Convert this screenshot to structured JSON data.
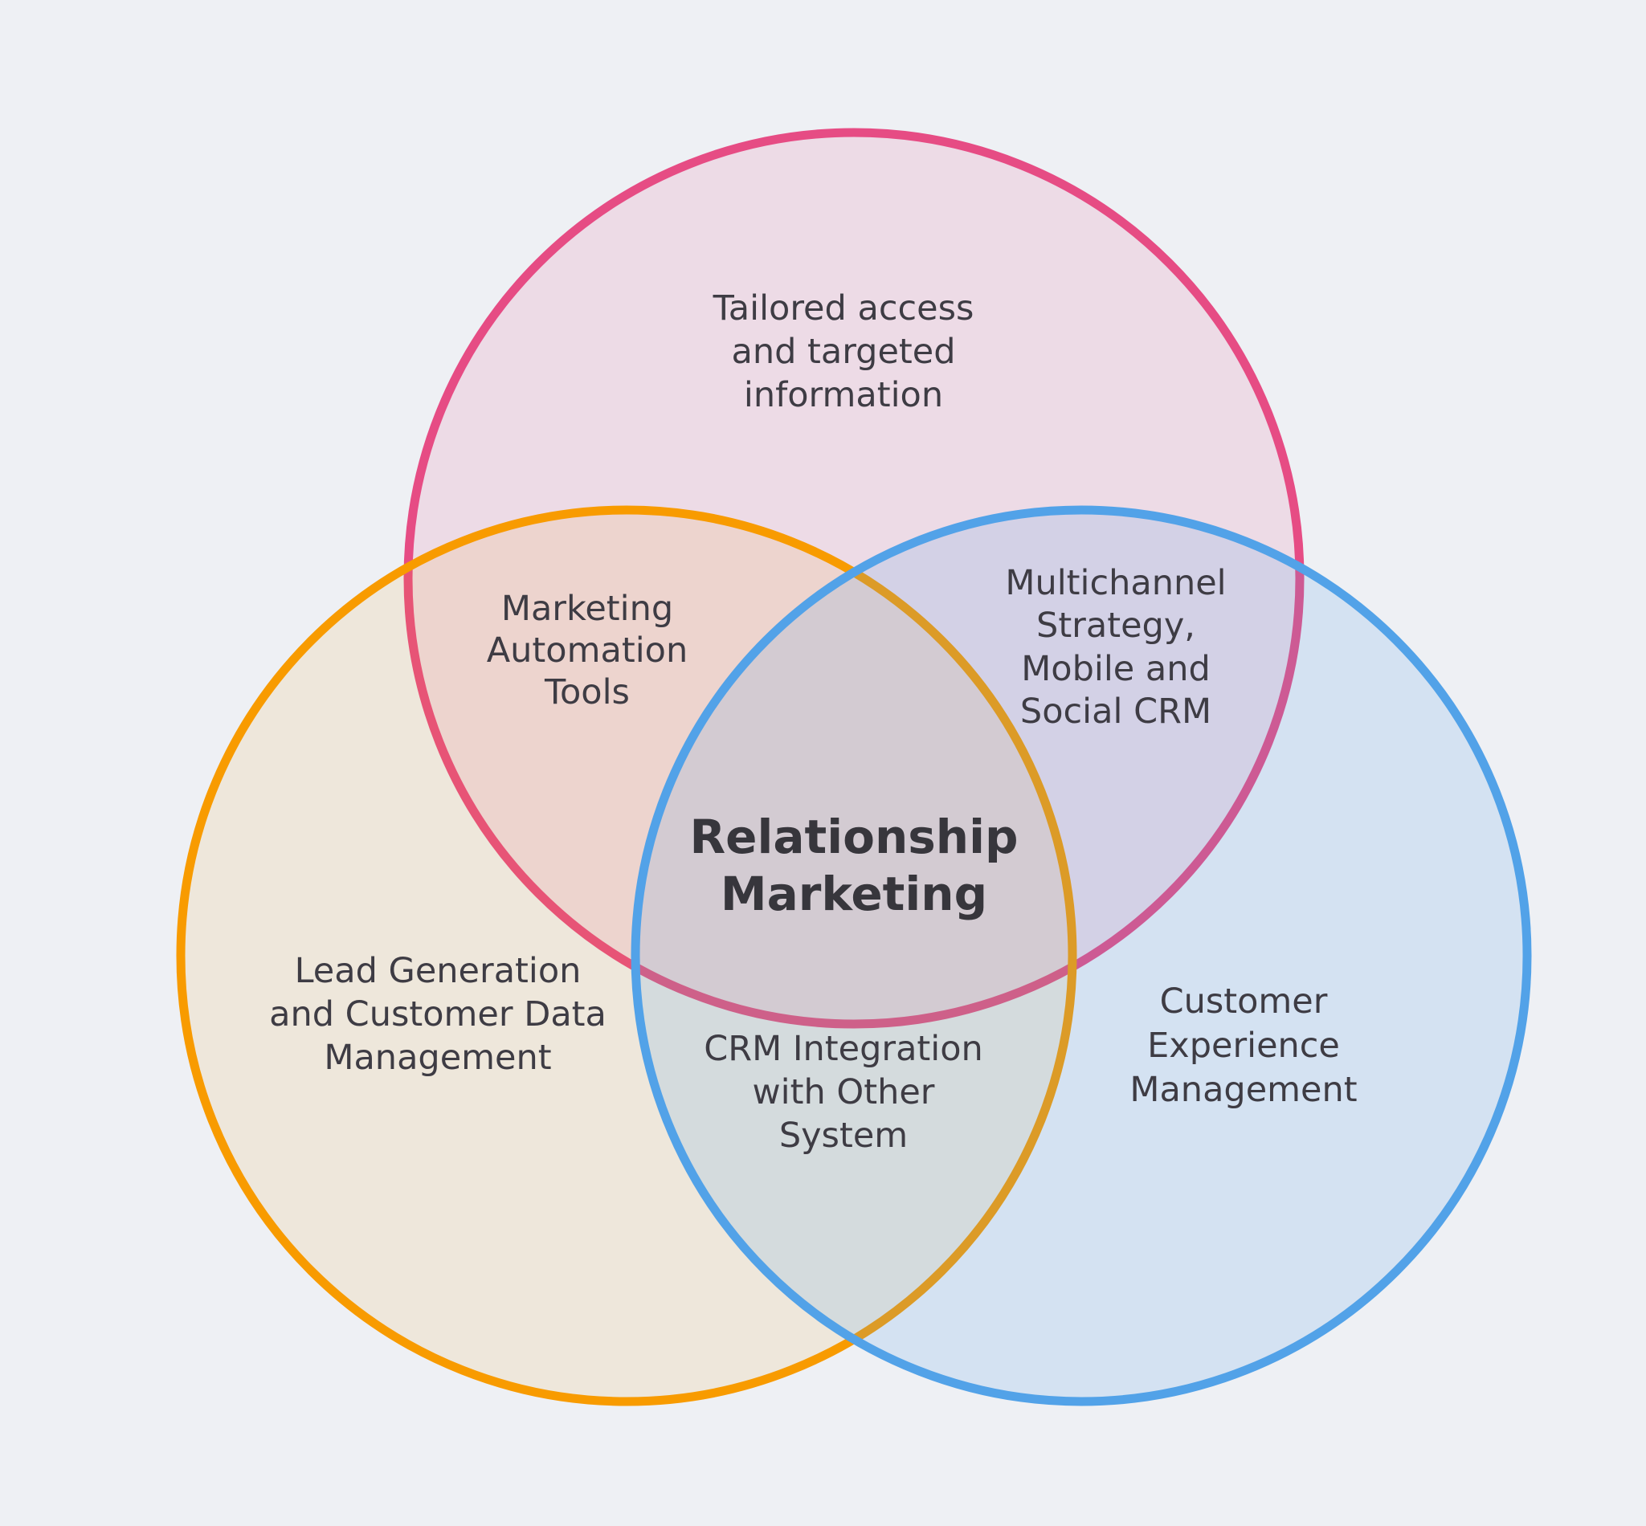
{
  "diagram": {
    "center": {
      "text": "Relationship Marketing",
      "lines": [
        "Relationship",
        "Marketing"
      ]
    },
    "circles": {
      "top": {
        "name": "Tailored access and targeted information",
        "stroke_color": "#e64c84",
        "lines": [
          "Tailored access",
          "and targeted",
          "information"
        ]
      },
      "left": {
        "name": "Lead Generation and Customer Data Management",
        "stroke_color": "#f89b00",
        "lines": [
          "Lead Generation",
          "and Customer Data",
          "Management"
        ]
      },
      "right": {
        "name": "Customer Experience Management",
        "stroke_color": "#52a2e8",
        "lines": [
          "Customer",
          "Experience",
          "Management"
        ]
      }
    },
    "overlaps": {
      "top_left": {
        "between": [
          "top",
          "left"
        ],
        "text": "Marketing Automation Tools",
        "lines": [
          "Marketing",
          "Automation",
          "Tools"
        ]
      },
      "top_right": {
        "between": [
          "top",
          "right"
        ],
        "text": "Multichannel Strategy, Mobile and Social CRM",
        "lines": [
          "Multichannel",
          "Strategy,",
          "Mobile and",
          "Social CRM"
        ]
      },
      "left_right": {
        "between": [
          "left",
          "right"
        ],
        "text": "CRM Integration with Other System",
        "lines": [
          "CRM Integration",
          "with Other",
          "System"
        ]
      }
    },
    "colors": {
      "background": "#eef0f4",
      "text": "#3e3c44",
      "center_text": "#37363c",
      "pink_stroke": "#e64c84",
      "orange_stroke": "#f89b00",
      "blue_stroke": "#52a2e8"
    }
  }
}
